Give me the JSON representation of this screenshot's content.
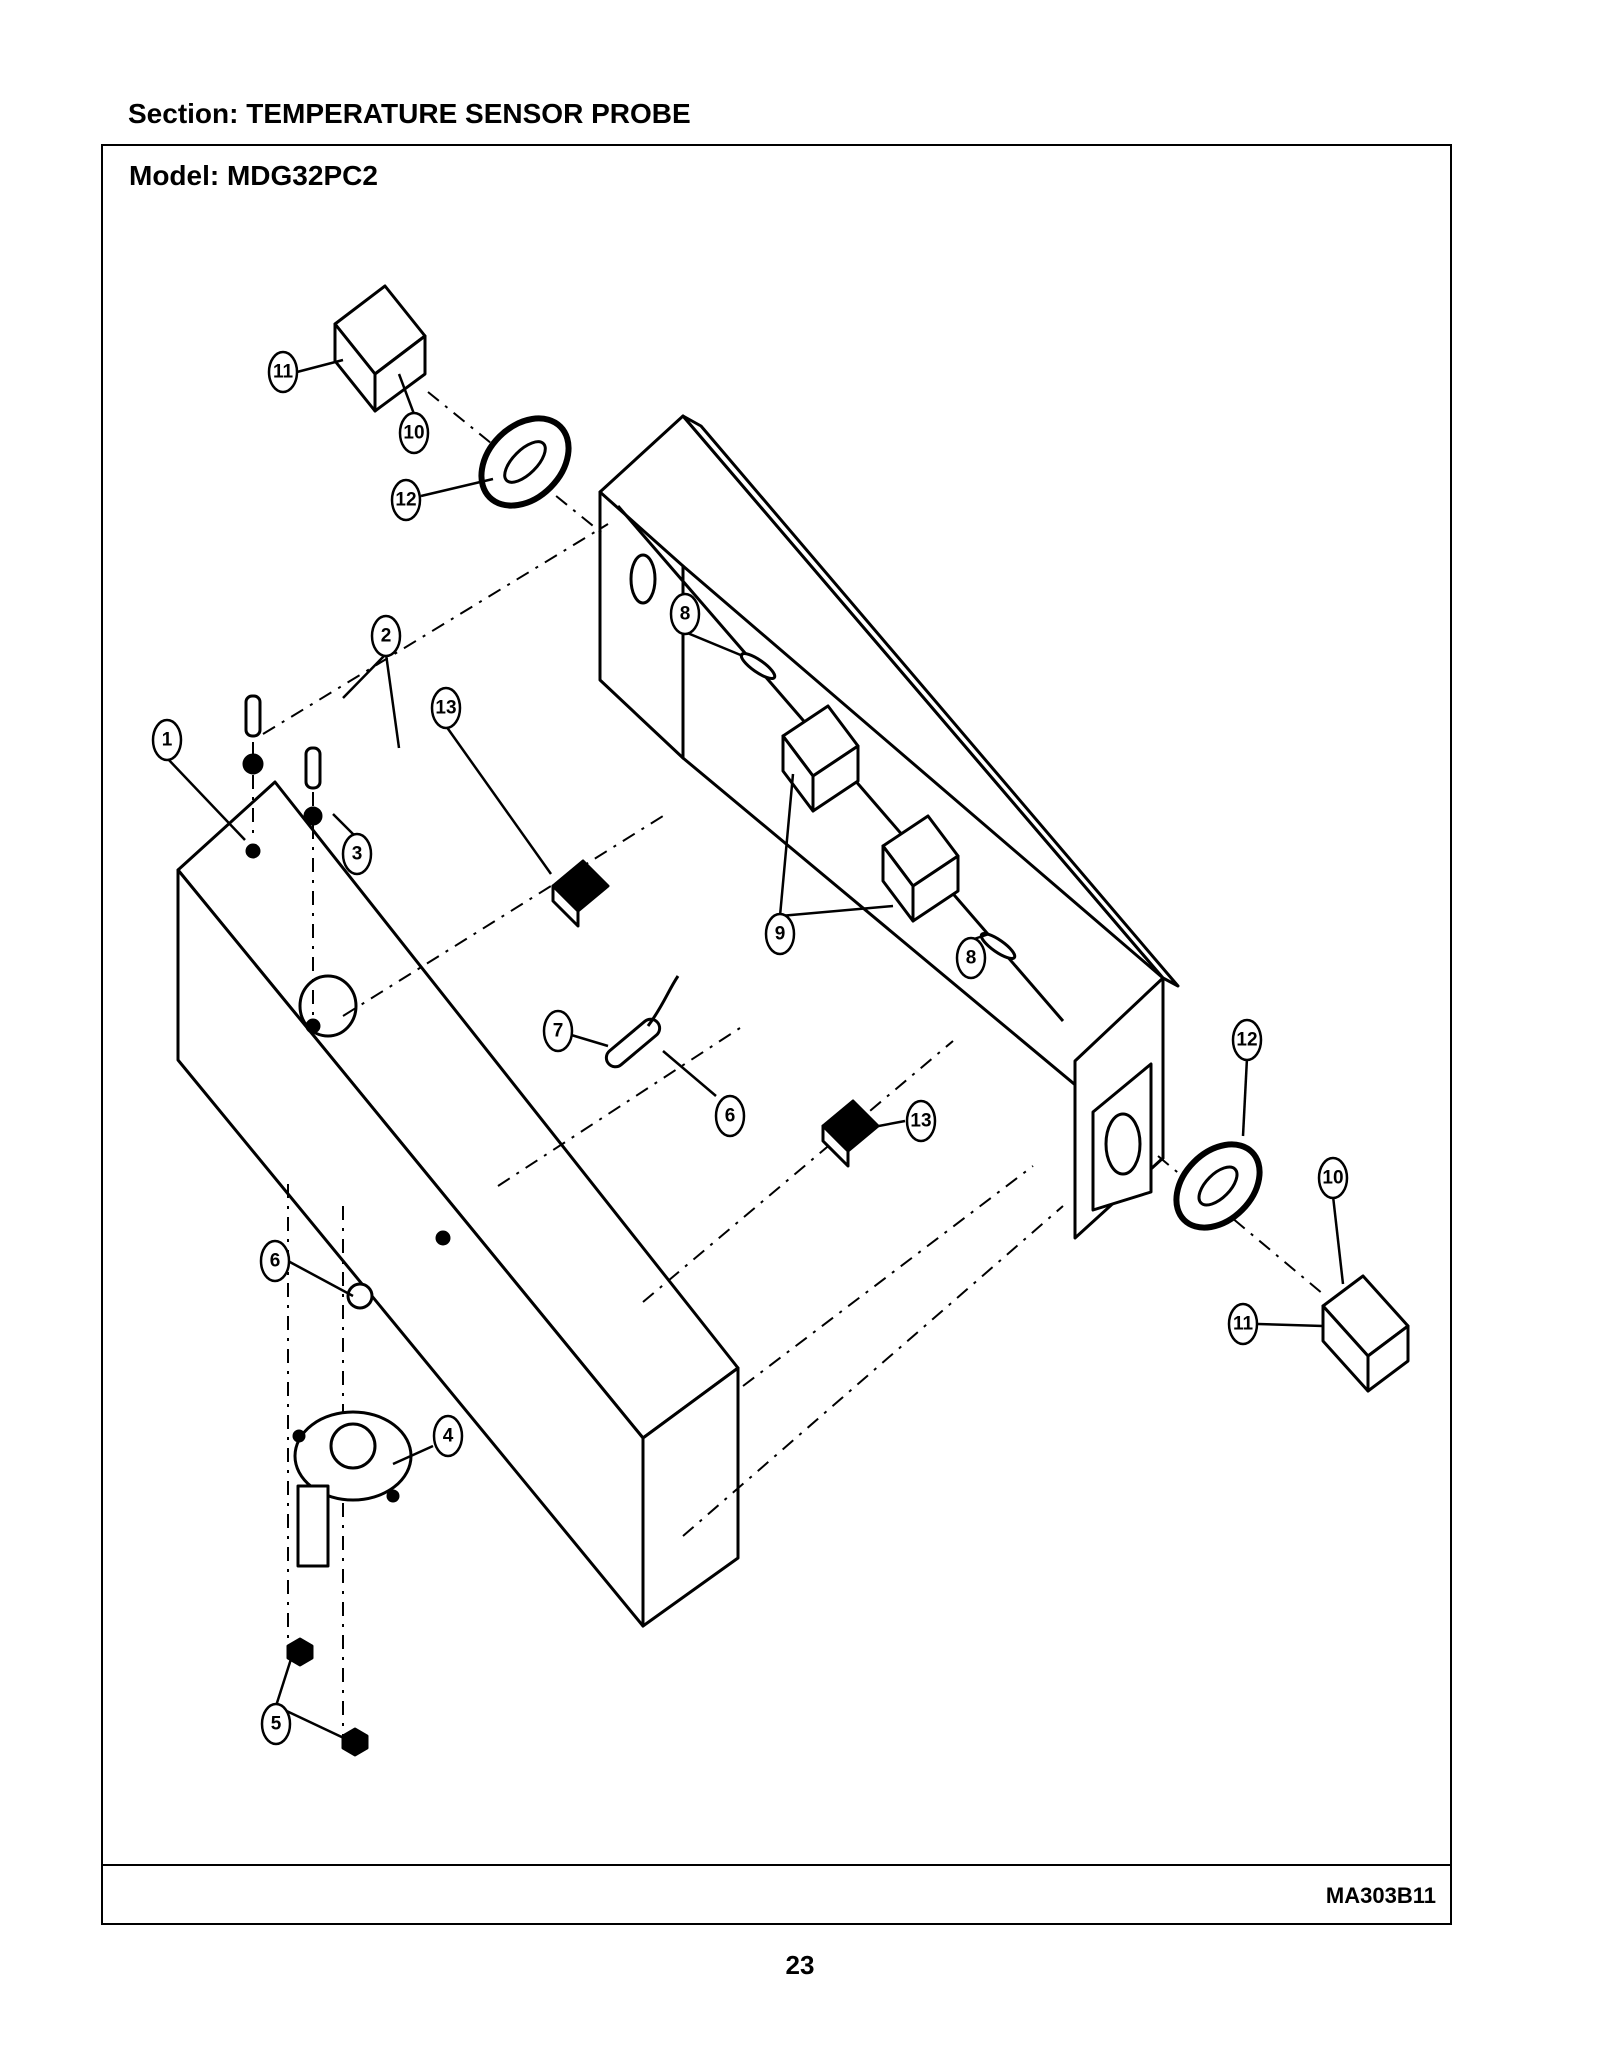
{
  "header": {
    "section_label": "Section:  TEMPERATURE SENSOR PROBE",
    "model_label": "Model:  MDG32PC2"
  },
  "diagram": {
    "code": "MA303B11",
    "callouts": [
      "1",
      "2",
      "3",
      "4",
      "5",
      "6",
      "6",
      "7",
      "8",
      "8",
      "9",
      "10",
      "10",
      "11",
      "11",
      "12",
      "12",
      "13",
      "13"
    ]
  },
  "page": {
    "number": "23"
  }
}
